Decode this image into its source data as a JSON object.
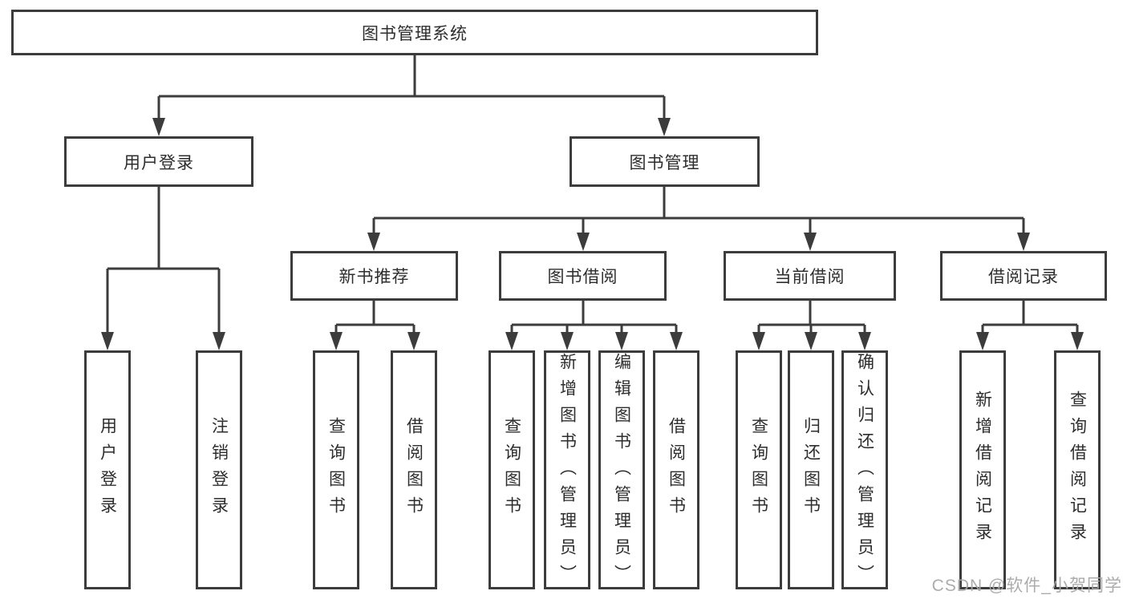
{
  "diagram": {
    "root": {
      "label": "图书管理系统"
    },
    "branches": [
      {
        "label": "用户登录",
        "children": [
          "用户登录",
          "注销登录"
        ]
      },
      {
        "label": "图书管理",
        "children": [
          {
            "label": "新书推荐",
            "children": [
              "查询图书",
              "借阅图书"
            ]
          },
          {
            "label": "图书借阅",
            "children": [
              "查询图书",
              "新增图书（管理员）",
              "编辑图书（管理员）",
              "借阅图书"
            ]
          },
          {
            "label": "当前借阅",
            "children": [
              "查询图书",
              "归还图书",
              "确认归还（管理员）"
            ]
          },
          {
            "label": "借阅记录",
            "children": [
              "新增借阅记录",
              "查询借阅记录"
            ]
          }
        ]
      }
    ],
    "line_color": "#3c3c3c"
  },
  "watermark": {
    "text": "CSDN @软件_小贺同学"
  }
}
